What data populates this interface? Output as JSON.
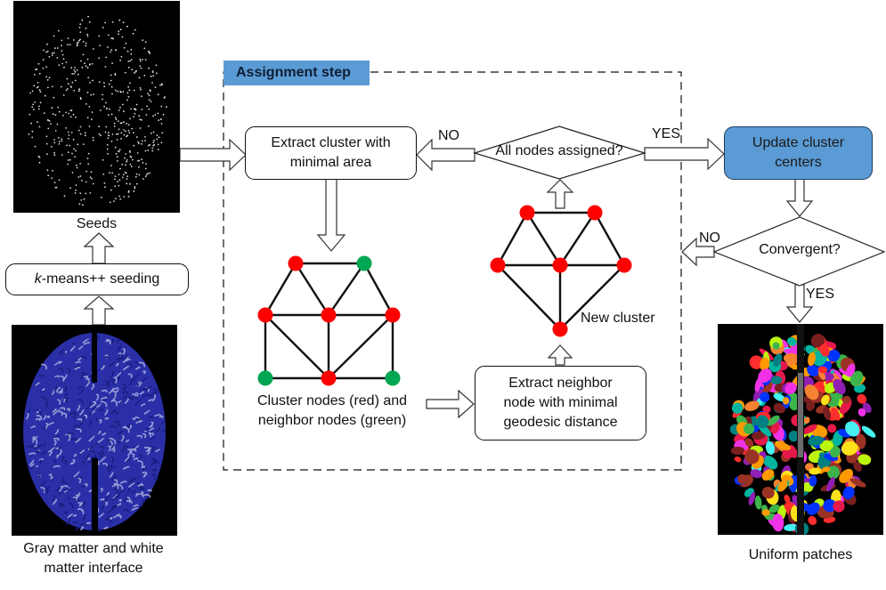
{
  "section": {
    "title": "Assignment step"
  },
  "images": {
    "seeds": {
      "caption": "Seeds",
      "icon": "seed-points-image"
    },
    "interface": {
      "caption_line1": "Gray matter and white",
      "caption_line2": "matter interface",
      "icon": "brain-mesh-image"
    },
    "patches": {
      "caption": "Uniform patches",
      "icon": "parcellated-brain-image"
    }
  },
  "boxes": {
    "seeding_prefix": "k",
    "seeding_rest": "-means++ seeding",
    "extract_cluster_line1": "Extract cluster with",
    "extract_cluster_line2": "minimal area",
    "update_centers_line1": "Update cluster",
    "update_centers_line2": "centers",
    "extract_neighbor_line1": "Extract neighbor",
    "extract_neighbor_line2": "node with minimal",
    "extract_neighbor_line3": "geodesic distance"
  },
  "decisions": {
    "all_assigned": "All nodes assigned?",
    "convergent": "Convergent?"
  },
  "edge_labels": {
    "no_assigned": "NO",
    "yes_assigned": "YES",
    "no_convergent": "NO",
    "yes_convergent": "YES"
  },
  "graph_labels": {
    "cluster_line1": "Cluster nodes (red) and",
    "cluster_line2": "neighbor nodes (green)",
    "new_cluster": "New cluster"
  },
  "colors": {
    "cluster_node": "#ff0000",
    "neighbor_node": "#00a651",
    "accent_blue": "#5b9bd5",
    "mesh_blue": "#2a2fa8"
  },
  "graphs": {
    "cluster_graph": {
      "nodes": [
        {
          "id": "a",
          "type": "cluster"
        },
        {
          "id": "b",
          "type": "neighbor"
        },
        {
          "id": "c",
          "type": "cluster"
        },
        {
          "id": "d",
          "type": "cluster"
        },
        {
          "id": "e",
          "type": "cluster"
        },
        {
          "id": "f",
          "type": "neighbor"
        },
        {
          "id": "g",
          "type": "cluster"
        },
        {
          "id": "h",
          "type": "neighbor"
        }
      ],
      "edges": [
        [
          "a",
          "b"
        ],
        [
          "a",
          "c"
        ],
        [
          "a",
          "d"
        ],
        [
          "b",
          "d"
        ],
        [
          "b",
          "e"
        ],
        [
          "c",
          "d"
        ],
        [
          "d",
          "e"
        ],
        [
          "c",
          "f"
        ],
        [
          "c",
          "g"
        ],
        [
          "d",
          "g"
        ],
        [
          "e",
          "g"
        ],
        [
          "e",
          "h"
        ],
        [
          "f",
          "g"
        ],
        [
          "g",
          "h"
        ]
      ]
    },
    "new_cluster_graph": {
      "nodes": [
        {
          "id": "a",
          "type": "cluster"
        },
        {
          "id": "b",
          "type": "cluster"
        },
        {
          "id": "c",
          "type": "cluster"
        },
        {
          "id": "d",
          "type": "cluster"
        },
        {
          "id": "e",
          "type": "cluster"
        },
        {
          "id": "g",
          "type": "cluster"
        }
      ],
      "edges": [
        [
          "a",
          "b"
        ],
        [
          "a",
          "c"
        ],
        [
          "a",
          "d"
        ],
        [
          "b",
          "d"
        ],
        [
          "b",
          "e"
        ],
        [
          "c",
          "d"
        ],
        [
          "d",
          "e"
        ],
        [
          "c",
          "g"
        ],
        [
          "d",
          "g"
        ],
        [
          "e",
          "g"
        ]
      ]
    }
  }
}
